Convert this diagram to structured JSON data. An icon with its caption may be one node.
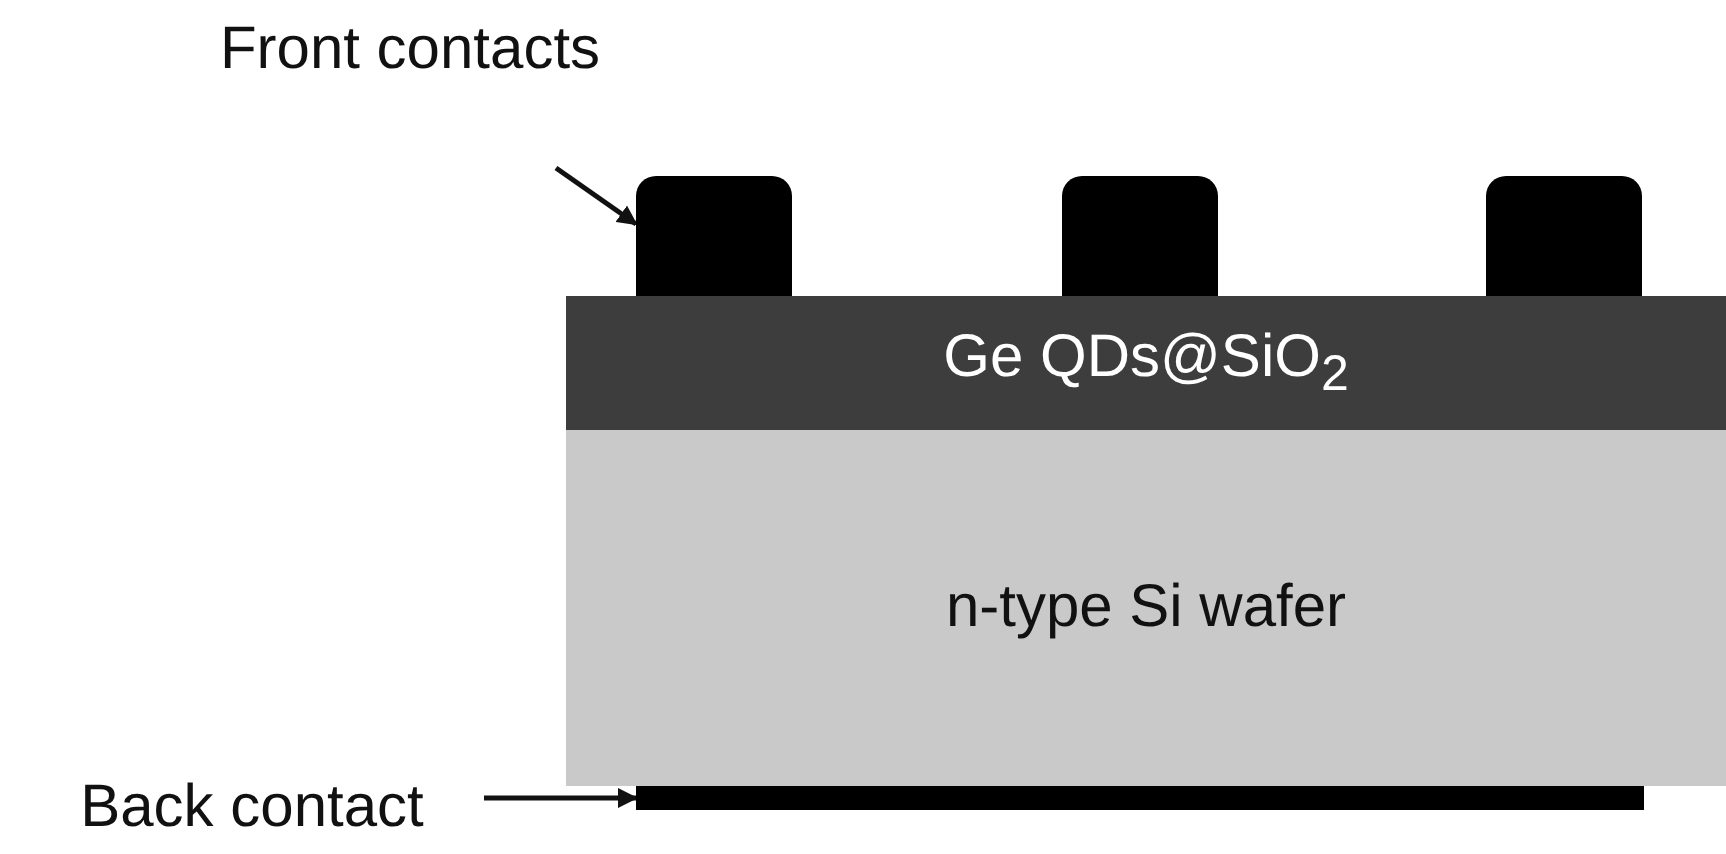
{
  "diagram": {
    "nodes": [
      {
        "text": [
          "Front contacts"
        ]
      },
      {
        "text": [],
        "shape": "box"
      },
      {
        "text": [],
        "shape": "box"
      },
      {
        "text": [],
        "shape": "box"
      },
      {
        "text": [
          "Ge QDs@SiO$_{2}$"
        ]
      },
      {
        "text": [
          "n-type Si wafer"
        ]
      },
      {
        "text": [
          "Back contact"
        ]
      },
      {
        "text": [],
        "shape": "bar"
      }
    ],
    "edges": [
      {
        "from": 0,
        "to": 1,
        "arrow": "to"
      },
      {
        "from": 6,
        "to": 7,
        "arrow": "to"
      }
    ]
  }
}
